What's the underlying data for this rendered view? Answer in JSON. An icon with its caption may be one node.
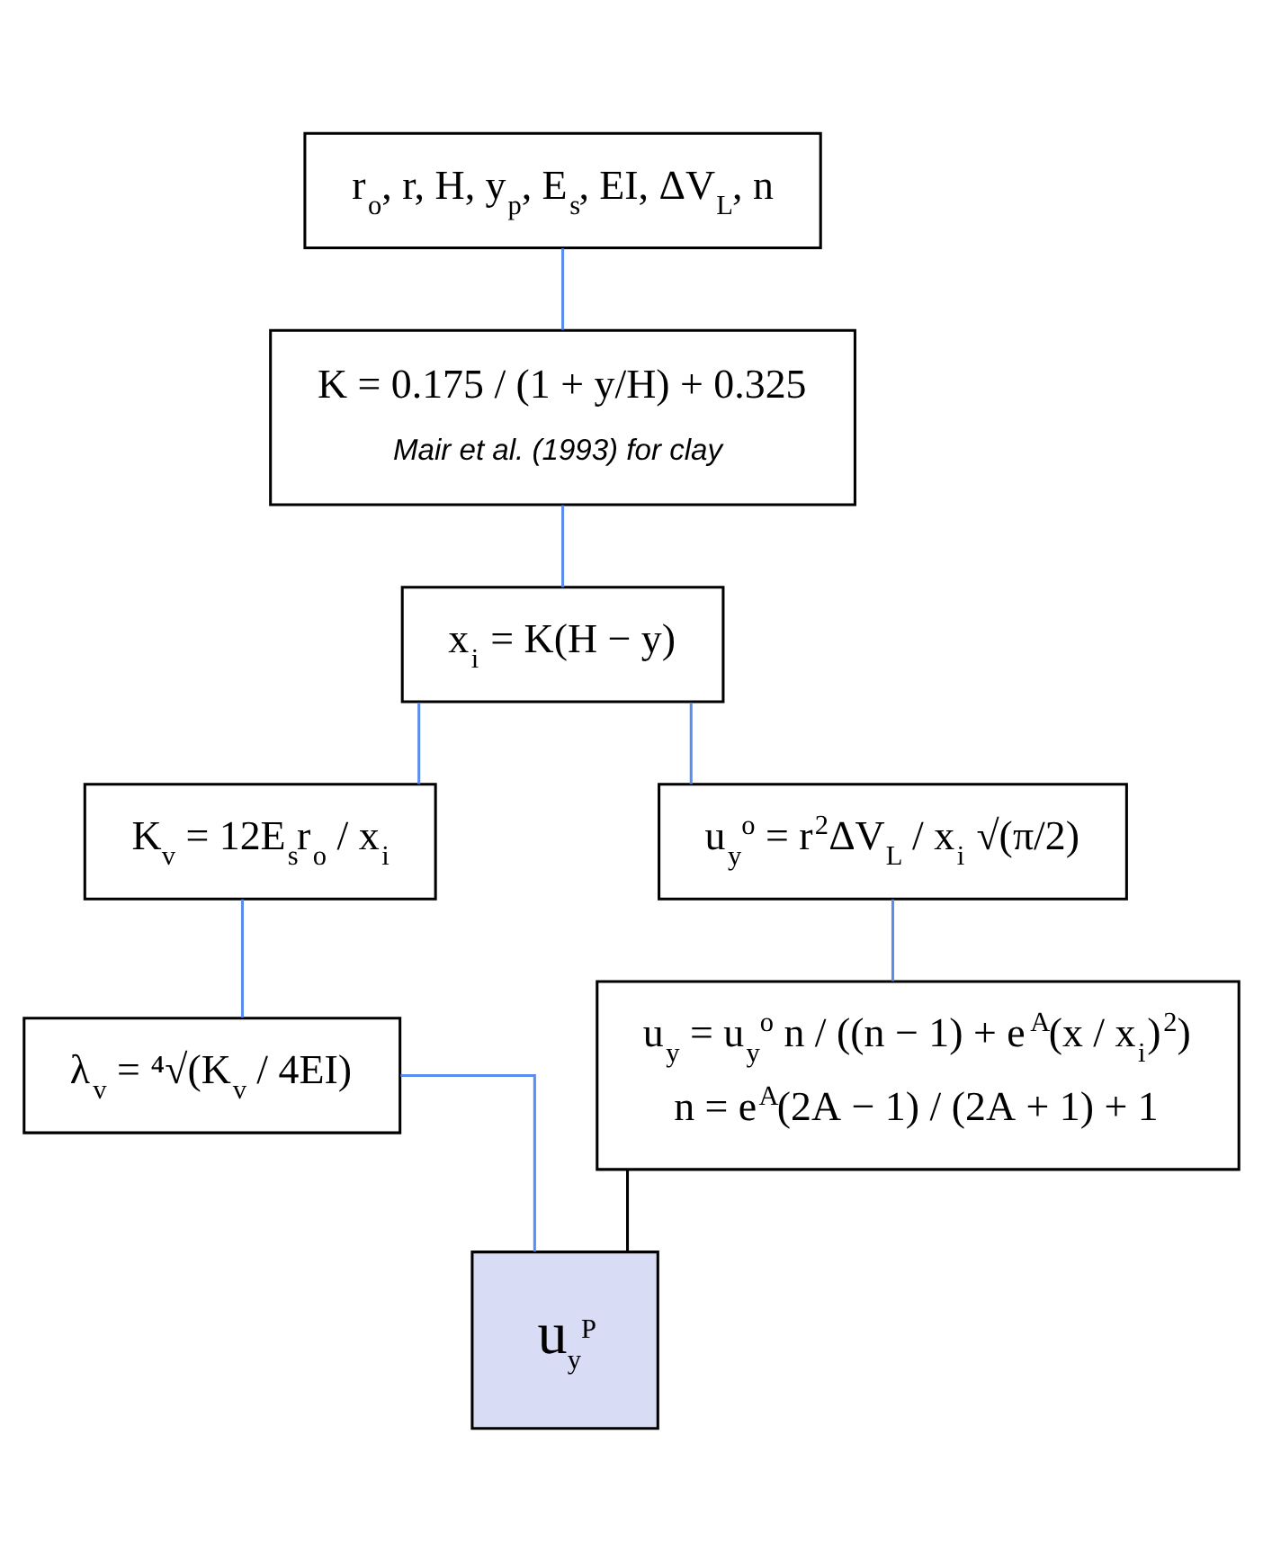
{
  "diagram": {
    "nodes": [
      {
        "text": [
          "r$_{o}$, r, H, y$_{p}$, E$_{s}$, EI, ΔV$_{L}$, n"
        ]
      },
      {
        "text": [
          "K = 0.175 / (1 + y/H) + 0.325",
          "Mair et al. (1993) for clay"
        ]
      },
      {
        "text": [
          "x$_{i}$ = K(H − y)"
        ]
      },
      {
        "text": [
          "K$_{v}$ = 12E$_{s}$r$_{o}$ / x$_{i}$"
        ]
      },
      {
        "text": [
          "u$_{y}$$^{o}$ = r$^{2}$ΔV$_{L}$ / x$_{i}$ √(π/2)"
        ]
      },
      {
        "text": [
          "λ$_{v}$ = ⁴√(K$_{v}$ / 4EI)"
        ]
      },
      {
        "text": [
          "u$_{y}$ = u$_{y}$$^{o}$ n / ((n − 1) + e$^{A}$(x / x$_{i}$)$^{2}$)",
          "n = e$^{A}$(2A − 1) / (2A + 1) + 1"
        ]
      },
      {
        "text": [
          "u$_{y}$$^{P}$"
        ]
      }
    ],
    "edges": [
      {
        "from": 0,
        "to": 1,
        "arrow": "none"
      },
      {
        "from": 1,
        "to": 2,
        "arrow": "none"
      },
      {
        "from": 2,
        "to": 3,
        "arrow": "none"
      },
      {
        "from": 2,
        "to": 4,
        "arrow": "none"
      },
      {
        "from": 3,
        "to": 5,
        "arrow": "none"
      },
      {
        "from": 4,
        "to": 6,
        "arrow": "none"
      },
      {
        "from": 5,
        "to": 7,
        "arrow": "none"
      },
      {
        "from": 6,
        "to": 7,
        "arrow": "none",
        "color": "#000000"
      }
    ]
  }
}
